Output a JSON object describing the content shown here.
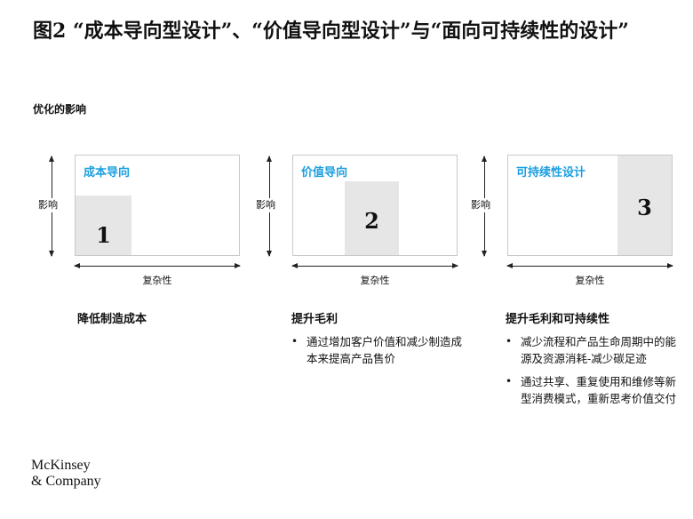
{
  "title": "图2 “成本导向型设计”、“价值导向型设计”与“面向可持续性的设计”",
  "subtitle": "优化的影响",
  "axes": {
    "y": "影响",
    "x": "复杂性"
  },
  "panels": [
    {
      "label": "成本导向",
      "number": "1",
      "bar_width_frac": 0.34,
      "bar_height_frac": 0.6
    },
    {
      "label": "价值导向",
      "number": "2",
      "bar_width_frac": 0.33,
      "bar_height_frac": 0.74
    },
    {
      "label": "可持续性设计",
      "number": "3",
      "bar_width_frac": 0.33,
      "bar_height_frac": 1.0
    }
  ],
  "columns": [
    {
      "heading": "降低制造成本",
      "bullets": []
    },
    {
      "heading": "提升毛利",
      "bullets": [
        "通过增加客户价值和减少制造成本来提高产品售价"
      ]
    },
    {
      "heading": "提升毛利和可持续性",
      "bullets": [
        "减少流程和产品生命周期中的能源及资源消耗-减少碳足迹",
        "通过共享、重复使用和维修等新型消费模式，重新思考价值交付"
      ]
    }
  ],
  "logo": {
    "line1": "McKinsey",
    "line2": "& Company"
  },
  "colors": {
    "accent": "#1a9fe0",
    "bar": "#e6e6e6",
    "border": "#c9c9c9"
  }
}
